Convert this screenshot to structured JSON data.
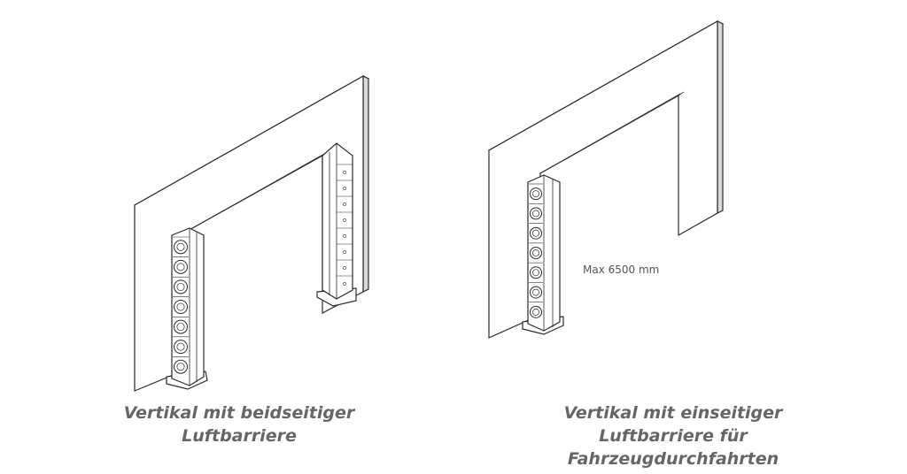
{
  "colors": {
    "line": "#2b2b2b",
    "wall_face": "#ffffff",
    "wall_edge": "#d9d9d9",
    "caption_text": "#666666",
    "label_text": "#555555"
  },
  "left_diagram": {
    "caption_lines": [
      "Vertikal mit beidseitiger",
      "Luftbarriere"
    ]
  },
  "right_diagram": {
    "caption_lines": [
      "Vertikal mit einseitiger",
      "Luftbarriere für",
      "Fahrzeugdurchfahrten"
    ],
    "dimension_label": "Max 6500 mm"
  }
}
